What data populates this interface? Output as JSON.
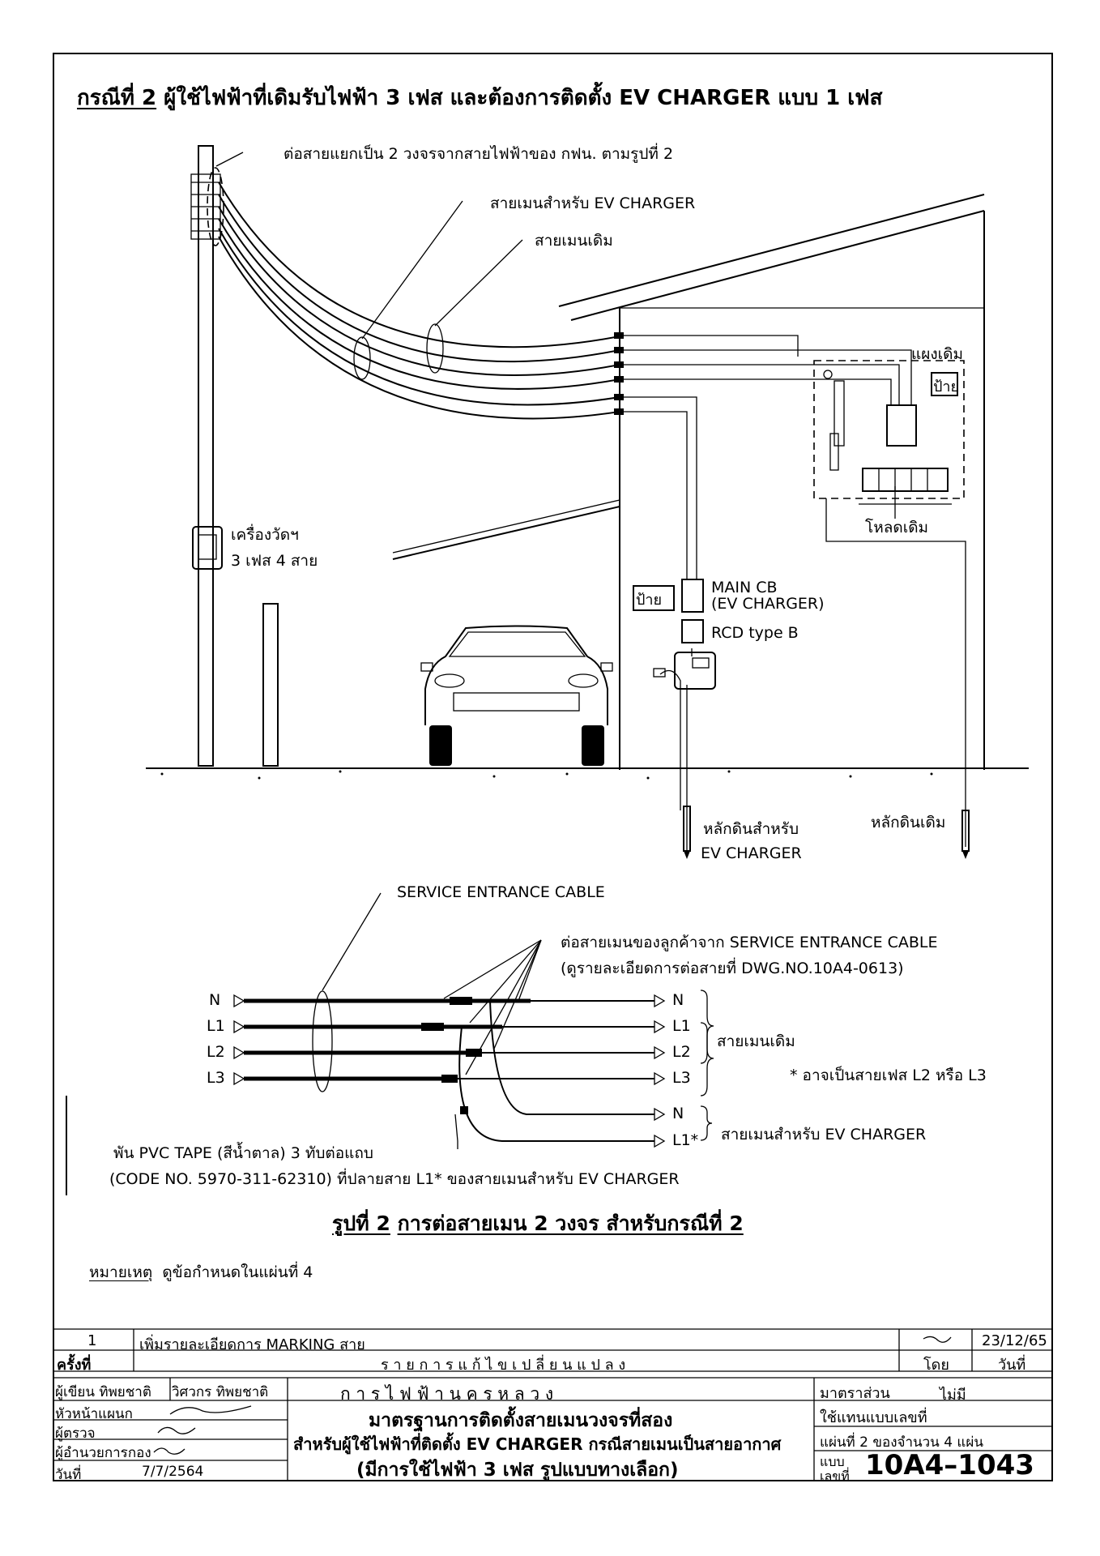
{
  "case_title": {
    "prefix": "กรณีที่ 2",
    "text": "ผู้ใช้ไฟฟ้าที่เดิมรับไฟฟ้า 3 เฟส และต้องการติดตั้ง EV CHARGER แบบ 1 เฟส"
  },
  "figure1": {
    "splice_note": "ต่อสายแยกเป็น 2 วงจรจากสายไฟฟ้าของ กฟน. ตามรูปที่ 2",
    "ev_main_label": "สายเมนสำหรับ EV CHARGER",
    "old_main_label": "สายเมนเดิม",
    "old_panel_label": "แผงเดิม",
    "sign_label": "ป้าย",
    "old_load_label": "โหลดเดิม",
    "meter_label_1": "เครื่องวัดฯ",
    "meter_label_2": "3 เฟส 4 สาย",
    "main_cb_1": "MAIN CB",
    "main_cb_2": "(EV CHARGER)",
    "rcd_label": "RCD type B",
    "ground_ev_1": "หลักดินสำหรับ",
    "ground_ev_2": "EV CHARGER",
    "ground_old": "หลักดินเดิม"
  },
  "figure2": {
    "service_cable": "SERVICE ENTRANCE CABLE",
    "connect_note_1": "ต่อสายเมนของลูกค้าจาก SERVICE ENTRANCE CABLE",
    "connect_note_2": "(ดูรายละเอียดการต่อสายที่ DWG.NO.10A4-0613)",
    "left_labels": [
      "N",
      "L1",
      "L2",
      "L3"
    ],
    "right_labels_old": [
      "N",
      "L1",
      "L2",
      "L3"
    ],
    "right_labels_ev": [
      "N",
      "L1*"
    ],
    "old_main_label": "สายเมนเดิม",
    "phase_note": "* อาจเป็นสายเฟส L2 หรือ L3",
    "ev_main_label": "สายเมนสำหรับ EV CHARGER",
    "tape_note_1": "พัน PVC TAPE (สีน้ำตาล) 3 ทับต่อแถบ",
    "tape_note_2": "(CODE NO. 5970-311-62310) ที่ปลายสาย L1* ของสายเมนสำหรับ EV CHARGER",
    "caption_prefix": "รูปที่ 2",
    "caption_text": "การต่อสายเมน 2 วงจร สำหรับกรณีที่ 2"
  },
  "remark": {
    "label": "หมายเหตุ",
    "text": "ดูข้อกำหนดในแผ่นที่ 4"
  },
  "title_block": {
    "rev_no": "1",
    "rev_desc": "เพิ่มรายละเอียดการ MARKING สาย",
    "rev_date": "23/12/65",
    "rev_header_no": "ครั้งที่",
    "rev_header_desc": "ร า ย ก า ร แ ก้ ไ ข เ ป ลี่ ย น แ ป ล ง",
    "rev_header_by": "โดย",
    "rev_header_date": "วันที่",
    "drawn_label": "ผู้เขียน ทิพยชาติ",
    "engineer_label": "วิศวกร ทิพยชาติ",
    "head_label": "หัวหน้าแผนก",
    "checker_label": "ผู้ตรวจ",
    "director_label": "ผู้อำนวยการกอง",
    "date_label": "วันที่",
    "date_value": "7/7/2564",
    "org": "ก า ร ไ ฟ ฟ้ า น ค ร ห ล ว ง",
    "title_1": "มาตรฐานการติดตั้งสายเมนวงจรที่สอง",
    "title_2": "สำหรับผู้ใช้ไฟฟ้าที่ติดตั้ง EV CHARGER กรณีสายเมนเป็นสายอากาศ",
    "title_3": "(มีการใช้ไฟฟ้า 3 เฟส รูปแบบทางเลือก)",
    "scale_label": "มาตราส่วน",
    "scale_value": "ไม่มี",
    "replaces_label": "ใช้แทนแบบเลขที่",
    "sheet_info": "แผ่นที่  2   ของจำนวน  4  แผ่น",
    "dwg_label_1": "แบบ",
    "dwg_label_2": "เลขที่",
    "dwg_no": "10A4–1043"
  }
}
